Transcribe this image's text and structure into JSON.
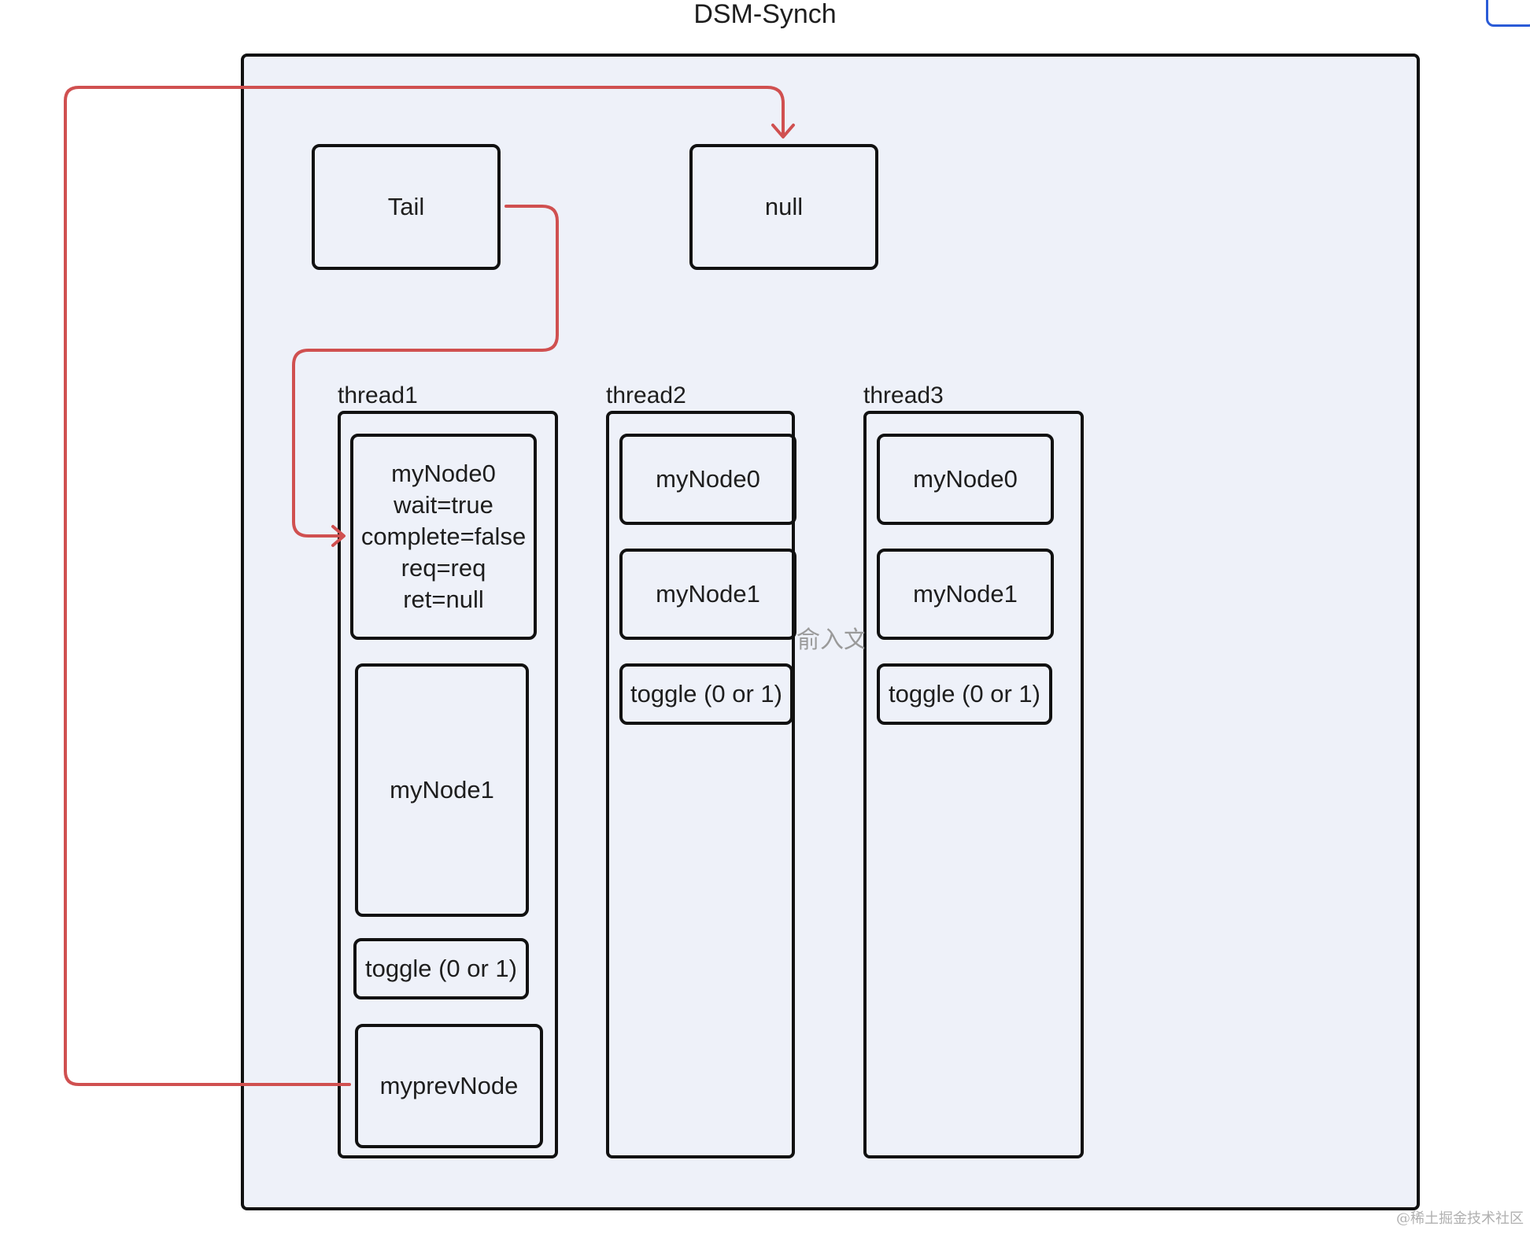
{
  "title": "DSM-Synch",
  "nodes": {
    "tail": "Tail",
    "null": "null"
  },
  "threads": [
    {
      "label": "thread1",
      "mynode0_lines": [
        "myNode0",
        "wait=true",
        "complete=false",
        "req=req",
        "ret=null"
      ],
      "mynode1": "myNode1",
      "toggle": "toggle (0 or 1)",
      "myprevnode": "myprevNode"
    },
    {
      "label": "thread2",
      "mynode0": "myNode0",
      "mynode1": "myNode1",
      "toggle": "toggle (0 or 1)"
    },
    {
      "label": "thread3",
      "mynode0": "myNode0",
      "mynode1": "myNode1",
      "toggle": "toggle (0 or 1)"
    }
  ],
  "overlay_text": "俞入文本",
  "watermark": "@稀土掘金技术社区",
  "colors": {
    "arrow": "#d05050",
    "frame_fill": "#eef1f9",
    "stroke": "#111111"
  }
}
